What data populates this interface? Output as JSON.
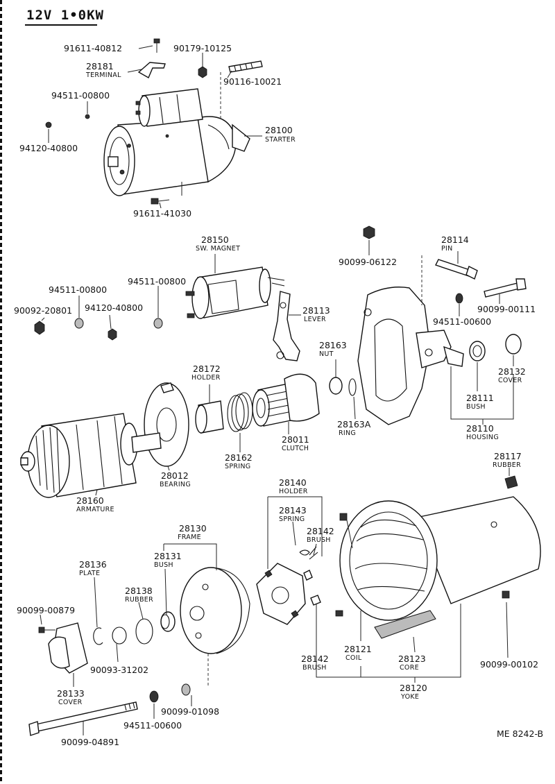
{
  "header": {
    "spec": "12V  1•0KW"
  },
  "footer": {
    "ref": "ME 8242-B"
  },
  "parts": [
    {
      "key": "p91611_40812",
      "number": "91611-40812"
    },
    {
      "key": "p90179_10125",
      "number": "90179-10125"
    },
    {
      "key": "p28181",
      "number": "28181",
      "name": "TERMINAL"
    },
    {
      "key": "p90116_10021",
      "number": "90116-10021"
    },
    {
      "key": "p94511_00800a",
      "number": "94511-00800"
    },
    {
      "key": "p94120_40800a",
      "number": "94120-40800"
    },
    {
      "key": "p28100",
      "number": "28100",
      "name": "STARTER"
    },
    {
      "key": "p91611_41030",
      "number": "91611-41030"
    },
    {
      "key": "p28150",
      "number": "28150",
      "name": "SW. MAGNET"
    },
    {
      "key": "p90099_06122",
      "number": "90099-06122"
    },
    {
      "key": "p28114",
      "number": "28114",
      "name": "PIN"
    },
    {
      "key": "p94511_00800b",
      "number": "94511-00800"
    },
    {
      "key": "p94511_00800c",
      "number": "94511-00800"
    },
    {
      "key": "p90092_20801",
      "number": "90092-20801"
    },
    {
      "key": "p94120_40800b",
      "number": "94120-40800"
    },
    {
      "key": "p28113",
      "number": "28113",
      "name": "LEVER"
    },
    {
      "key": "p94511_00600a",
      "number": "94511-00600"
    },
    {
      "key": "p90099_00111",
      "number": "90099-00111"
    },
    {
      "key": "p28163",
      "number": "28163",
      "name": "NUT"
    },
    {
      "key": "p28172",
      "number": "28172",
      "name": "HOLDER"
    },
    {
      "key": "p28132",
      "number": "28132",
      "name": "COVER"
    },
    {
      "key": "p28111",
      "number": "28111",
      "name": "BUSH"
    },
    {
      "key": "p28163A",
      "number": "28163A",
      "name": "RING"
    },
    {
      "key": "p28110",
      "number": "28110",
      "name": "HOUSING"
    },
    {
      "key": "p28011",
      "number": "28011",
      "name": "CLUTCH"
    },
    {
      "key": "p28162",
      "number": "28162",
      "name": "SPRING"
    },
    {
      "key": "p28117",
      "number": "28117",
      "name": "RUBBER"
    },
    {
      "key": "p28012",
      "number": "28012",
      "name": "BEARING"
    },
    {
      "key": "p28160",
      "number": "28160",
      "name": "ARMATURE"
    },
    {
      "key": "p28140",
      "number": "28140",
      "name": "HOLDER"
    },
    {
      "key": "p28143",
      "number": "28143",
      "name": "SPRING"
    },
    {
      "key": "p28142a",
      "number": "28142",
      "name": "BRUSH"
    },
    {
      "key": "p28130",
      "number": "28130",
      "name": "FRAME"
    },
    {
      "key": "p28131",
      "number": "28131",
      "name": "BUSH"
    },
    {
      "key": "p28136",
      "number": "28136",
      "name": "PLATE"
    },
    {
      "key": "p28138",
      "number": "28138",
      "name": "RUBBER"
    },
    {
      "key": "p90099_00879",
      "number": "90099-00879"
    },
    {
      "key": "p28142b",
      "number": "28142",
      "name": "BRUSH"
    },
    {
      "key": "p28121",
      "number": "28121",
      "name": "COIL"
    },
    {
      "key": "p28123",
      "number": "28123",
      "name": "CORE"
    },
    {
      "key": "p90099_00102",
      "number": "90099-00102"
    },
    {
      "key": "p90093_31202",
      "number": "90093-31202"
    },
    {
      "key": "p28133",
      "number": "28133",
      "name": "COVER"
    },
    {
      "key": "p28120",
      "number": "28120",
      "name": "YOKE"
    },
    {
      "key": "p90099_01098",
      "number": "90099-01098"
    },
    {
      "key": "p94511_00600b",
      "number": "94511-00600"
    },
    {
      "key": "p90099_04891",
      "number": "90099-04891"
    }
  ]
}
